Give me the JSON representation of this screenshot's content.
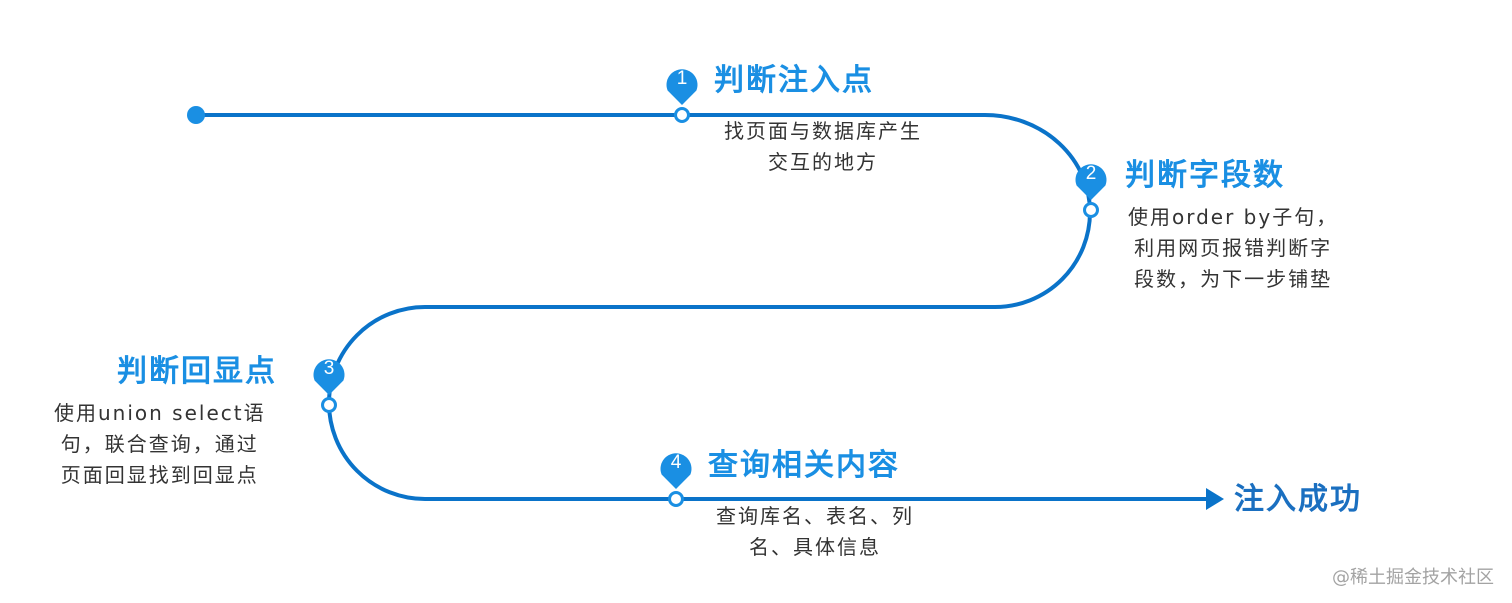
{
  "colors": {
    "path": "#0a73c9",
    "marker": "#1a8fe3",
    "title": "#1a8fe3",
    "end_title": "#1a6fc0",
    "text": "#333333"
  },
  "steps": [
    {
      "number": "1",
      "title": "判断注入点",
      "desc_lines": [
        "找页面与数据库产生",
        "交互的地方"
      ]
    },
    {
      "number": "2",
      "title": "判断字段数",
      "desc_lines": [
        "使用order by子句，",
        "利用网页报错判断字",
        "段数，为下一步铺垫"
      ]
    },
    {
      "number": "3",
      "title": "判断回显点",
      "desc_lines": [
        "使用union select语",
        "句，联合查询，通过",
        "页面回显找到回显点"
      ]
    },
    {
      "number": "4",
      "title": "查询相关内容",
      "desc_lines": [
        "查询库名、表名、列",
        "名、具体信息"
      ]
    }
  ],
  "end_label": "注入成功",
  "watermark": "@稀土掘金技术社区"
}
